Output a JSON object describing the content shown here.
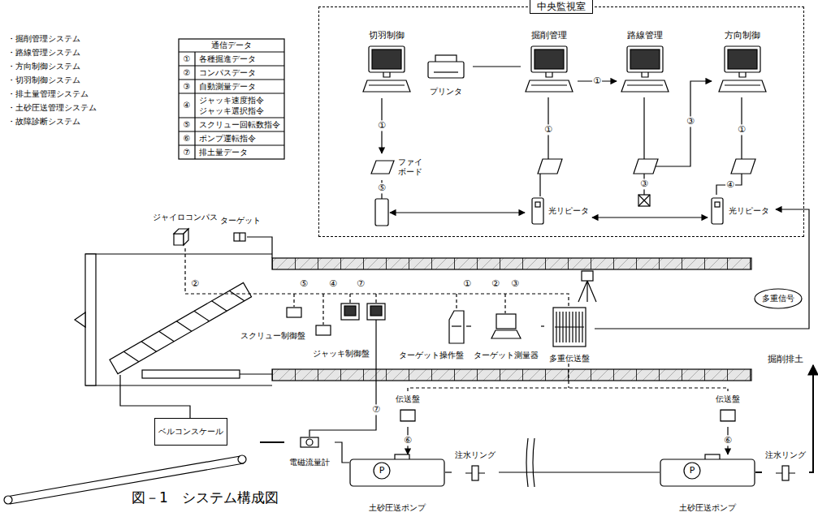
{
  "diagram": {
    "caption": "図－1　システム構成図",
    "nodes": [
      {
        "text": [
          "中央監視室"
        ]
      },
      {
        "text": [
          "切羽制御"
        ],
        "in": 0
      },
      {
        "text": [
          "掘削管理"
        ],
        "in": 0
      },
      {
        "text": [
          "路線管理"
        ],
        "in": 0
      },
      {
        "text": [
          "方向制御"
        ],
        "in": 0
      },
      {
        "text": [
          "プリンタ"
        ],
        "in": 0
      },
      {
        "text": [
          "ファイ ボード"
        ],
        "in": 0
      },
      {
        "text": [
          "光リピータ"
        ],
        "in": 0
      },
      {
        "text": [
          "光リピータ"
        ],
        "in": 0
      },
      {
        "text": [
          "ジャイロコンパス"
        ]
      },
      {
        "text": [
          "ターゲット"
        ]
      },
      {
        "text": [
          "スクリュー制御盤"
        ]
      },
      {
        "text": [
          "ジャッキ制御盤"
        ]
      },
      {
        "text": [
          "ターゲット操作盤"
        ]
      },
      {
        "text": [
          "ターゲット測量器"
        ]
      },
      {
        "text": [
          "多重伝送盤"
        ]
      },
      {
        "text": [
          "ベルコンスケール"
        ]
      },
      {
        "text": [
          "電磁流量計"
        ]
      },
      {
        "text": [
          "伝送盤"
        ]
      },
      {
        "text": [
          "伝送盤"
        ]
      },
      {
        "text": [
          "注水リング"
        ]
      },
      {
        "text": [
          "注水リング"
        ]
      },
      {
        "text": [
          "土砂圧送ポンプ"
        ]
      },
      {
        "text": [
          "土砂圧送ポンプ"
        ]
      },
      {
        "text": [
          "多重信号"
        ]
      }
    ],
    "edges": [
      {
        "from": 1,
        "to": 6,
        "arrow": "to",
        "label": "①"
      },
      {
        "from": 5,
        "to": 2,
        "arrow": "none"
      },
      {
        "from": 2,
        "to": 3,
        "arrow": "to",
        "label": "①"
      },
      {
        "from": 7,
        "to": 8,
        "arrow": "both"
      },
      {
        "from": 15,
        "to": 8,
        "arrow": "to"
      },
      {
        "from": 14,
        "to": 15,
        "arrow": "none"
      },
      {
        "from": 13,
        "to": 14,
        "arrow": "none"
      },
      {
        "from": 18,
        "to": 22,
        "arrow": "to",
        "label": "⑥"
      },
      {
        "from": 19,
        "to": 23,
        "arrow": "to",
        "label": "⑥"
      },
      {
        "from": 17,
        "to": 22,
        "arrow": "none"
      },
      {
        "from": 22,
        "to": 20,
        "arrow": "none"
      },
      {
        "from": 20,
        "to": 23,
        "arrow": "none"
      }
    ],
    "labels": [
      "・掘削管理システム",
      "・路線管理システム",
      "・方向制御システム",
      "・切羽制御システム",
      "・排土量管理システム",
      "・土砂圧送管理システム",
      "・故障診断システム",
      "通信データ",
      "①",
      "各種掘進データ",
      "②",
      "コンパスデータ",
      "③",
      "自動測量データ",
      "④",
      "ジャッキ速度指令 ジャッキ選択指令",
      "⑤",
      "スクリュー回転数指令",
      "⑥",
      "ポンプ運転指令",
      "⑦",
      "排土量データ",
      "⑤",
      "①",
      "①",
      "③",
      "④",
      "③",
      "②",
      "⑤",
      "④",
      "⑦",
      "①",
      "②",
      "③",
      "⑦",
      "掘削排土",
      "P",
      "P"
    ]
  }
}
